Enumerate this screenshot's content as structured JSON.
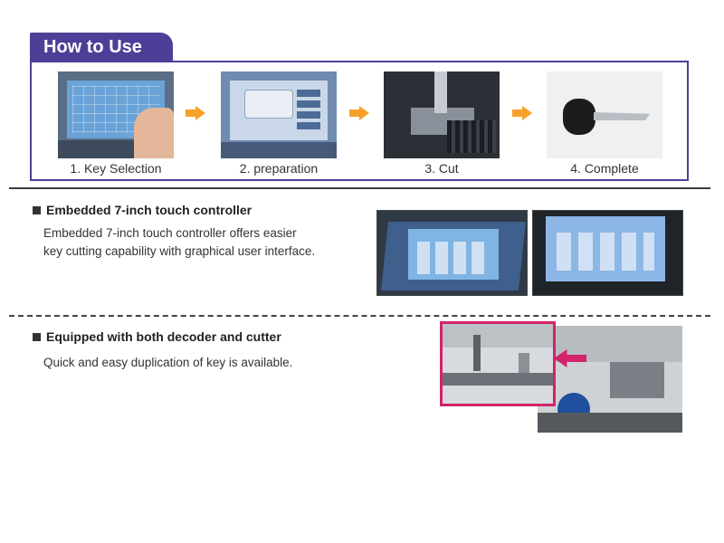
{
  "how_to_use": {
    "title": "How to Use",
    "steps": [
      {
        "caption": "1. Key Selection"
      },
      {
        "caption": "2. preparation"
      },
      {
        "caption": "3. Cut"
      },
      {
        "caption": "4. Complete"
      }
    ],
    "accent_color": "#4d3f97",
    "arrow_color": "#f7a12b"
  },
  "sections": {
    "controller": {
      "title": "Embedded 7-inch touch controller",
      "description_line1": "Embedded 7-inch touch controller offers easier",
      "description_line2": "key cutting capability with graphical user interface."
    },
    "decoder": {
      "title": "Equipped with both decoder and cutter",
      "description": "Quick and easy duplication of key is available.",
      "highlight_color": "#d2236b"
    }
  }
}
